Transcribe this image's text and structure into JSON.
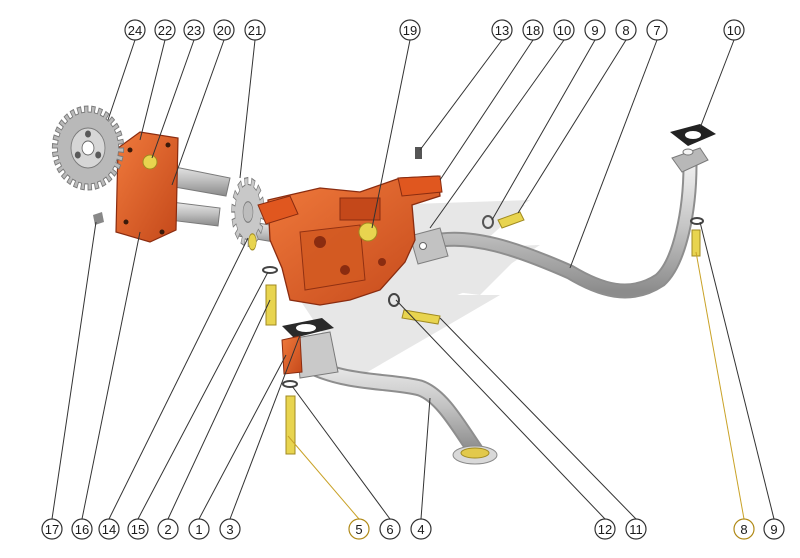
{
  "figure": {
    "callouts_top": [
      "24",
      "22",
      "23",
      "20",
      "21",
      "19",
      "13",
      "18",
      "10",
      "9",
      "8",
      "7",
      "10"
    ],
    "callouts_bottom": [
      "17",
      "16",
      "14",
      "15",
      "2",
      "1",
      "3",
      "5",
      "6",
      "4",
      "12",
      "11",
      "8",
      "9"
    ]
  },
  "colors": {
    "housing": "#e0571f",
    "housing_dark": "#8a2c10",
    "pipe": "#c9c9c9",
    "pipe_dark": "#8e8e8e",
    "gear": "#b5b5b5",
    "brass": "#e8d44f",
    "watermark": "#e6e6e6",
    "highlight_leader": "#c9a227"
  }
}
